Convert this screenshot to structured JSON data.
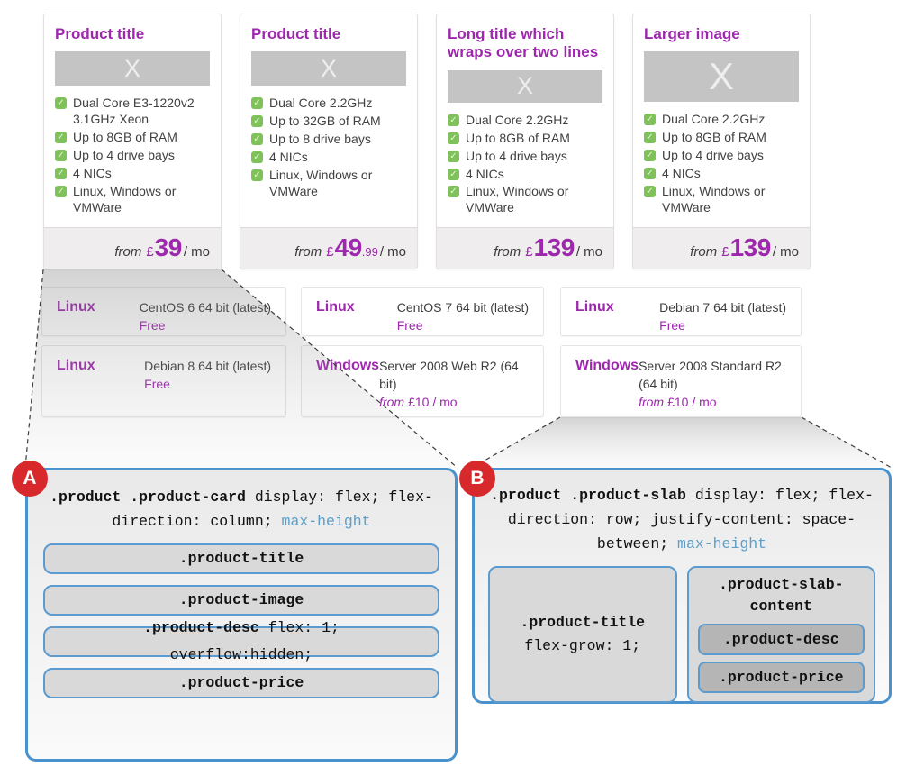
{
  "interface_colors": {
    "accent_purple": "#9d27ad",
    "check_green": "#7fc25a",
    "diagram_border_blue": "#4a92cd",
    "keyword_blue": "#5b9fca",
    "badge_red": "#d7282c"
  },
  "cards": [
    {
      "title": "Product title",
      "image_text": "X",
      "features": [
        "Dual Core E3-1220v2 3.1GHz Xeon",
        "Up to 8GB of RAM",
        "Up to 4 drive bays",
        "4 NICs",
        "Linux, Windows or VMWare"
      ],
      "price": {
        "from": "from",
        "currency": "£",
        "amount": "39",
        "decimals": "",
        "per": "/ mo"
      }
    },
    {
      "title": "Product title",
      "image_text": "X",
      "features": [
        "Dual Core 2.2GHz",
        "Up to 32GB of RAM",
        "Up to 8 drive bays",
        "4 NICs",
        "Linux, Windows or VMWare"
      ],
      "price": {
        "from": "from",
        "currency": "£",
        "amount": "49",
        "decimals": ".99",
        "per": "/ mo"
      }
    },
    {
      "title": "Long title which wraps over two lines",
      "image_text": "X",
      "features": [
        "Dual Core 2.2GHz",
        "Up to 8GB of RAM",
        "Up to 4 drive bays",
        "4 NICs",
        "Linux, Windows or VMWare"
      ],
      "price": {
        "from": "from",
        "currency": "£",
        "amount": "139",
        "decimals": "",
        "per": "/ mo"
      }
    },
    {
      "title": "Larger image",
      "image_text": "X",
      "features": [
        "Dual Core 2.2GHz",
        "Up to 8GB of RAM",
        "Up to 4 drive bays",
        "4 NICs",
        "Linux, Windows or VMWare"
      ],
      "price": {
        "from": "from",
        "currency": "£",
        "amount": "139",
        "decimals": "",
        "per": "/ mo"
      }
    }
  ],
  "slabs": [
    {
      "os": "Linux",
      "desc": "CentOS 6 64 bit (latest)",
      "price_from": "",
      "price": "Free"
    },
    {
      "os": "Linux",
      "desc": "CentOS 7 64 bit (latest)",
      "price_from": "",
      "price": "Free"
    },
    {
      "os": "Linux",
      "desc": "Debian 7 64 bit (latest)",
      "price_from": "",
      "price": "Free"
    },
    {
      "os": "Linux",
      "desc": "Debian 8 64 bit (latest)",
      "price_from": "",
      "price": "Free"
    },
    {
      "os": "Windows",
      "desc": "Server 2008 Web R2 (64 bit)",
      "price_from": "from",
      "price": "£10 / mo"
    },
    {
      "os": "Windows",
      "desc": "Server 2008 Standard R2 (64 bit)",
      "price_from": "from",
      "price": "£10 / mo"
    }
  ],
  "diagram_a": {
    "badge": "A",
    "header": {
      "selector": ".product .product-card",
      "props": " display: flex; flex-direction: column; ",
      "keyword": "max-height"
    },
    "boxes": {
      "title": {
        "name": ".product-title"
      },
      "image": {
        "name": ".product-image"
      },
      "desc": {
        "name": ".product-desc",
        "props": " flex: 1; overflow:hidden;"
      },
      "price": {
        "name": ".product-price"
      }
    }
  },
  "diagram_b": {
    "badge": "B",
    "header": {
      "selector": ".product .product-slab",
      "props": " display: flex; flex-direction: row; justify-content: space-between; ",
      "keyword": "max-height"
    },
    "boxes": {
      "title": {
        "name": ".product-title",
        "props": "flex-grow: 1;"
      },
      "slab_content": {
        "name": ".product-slab-content"
      },
      "desc": {
        "name": ".product-desc"
      },
      "price": {
        "name": ".product-price"
      }
    }
  }
}
